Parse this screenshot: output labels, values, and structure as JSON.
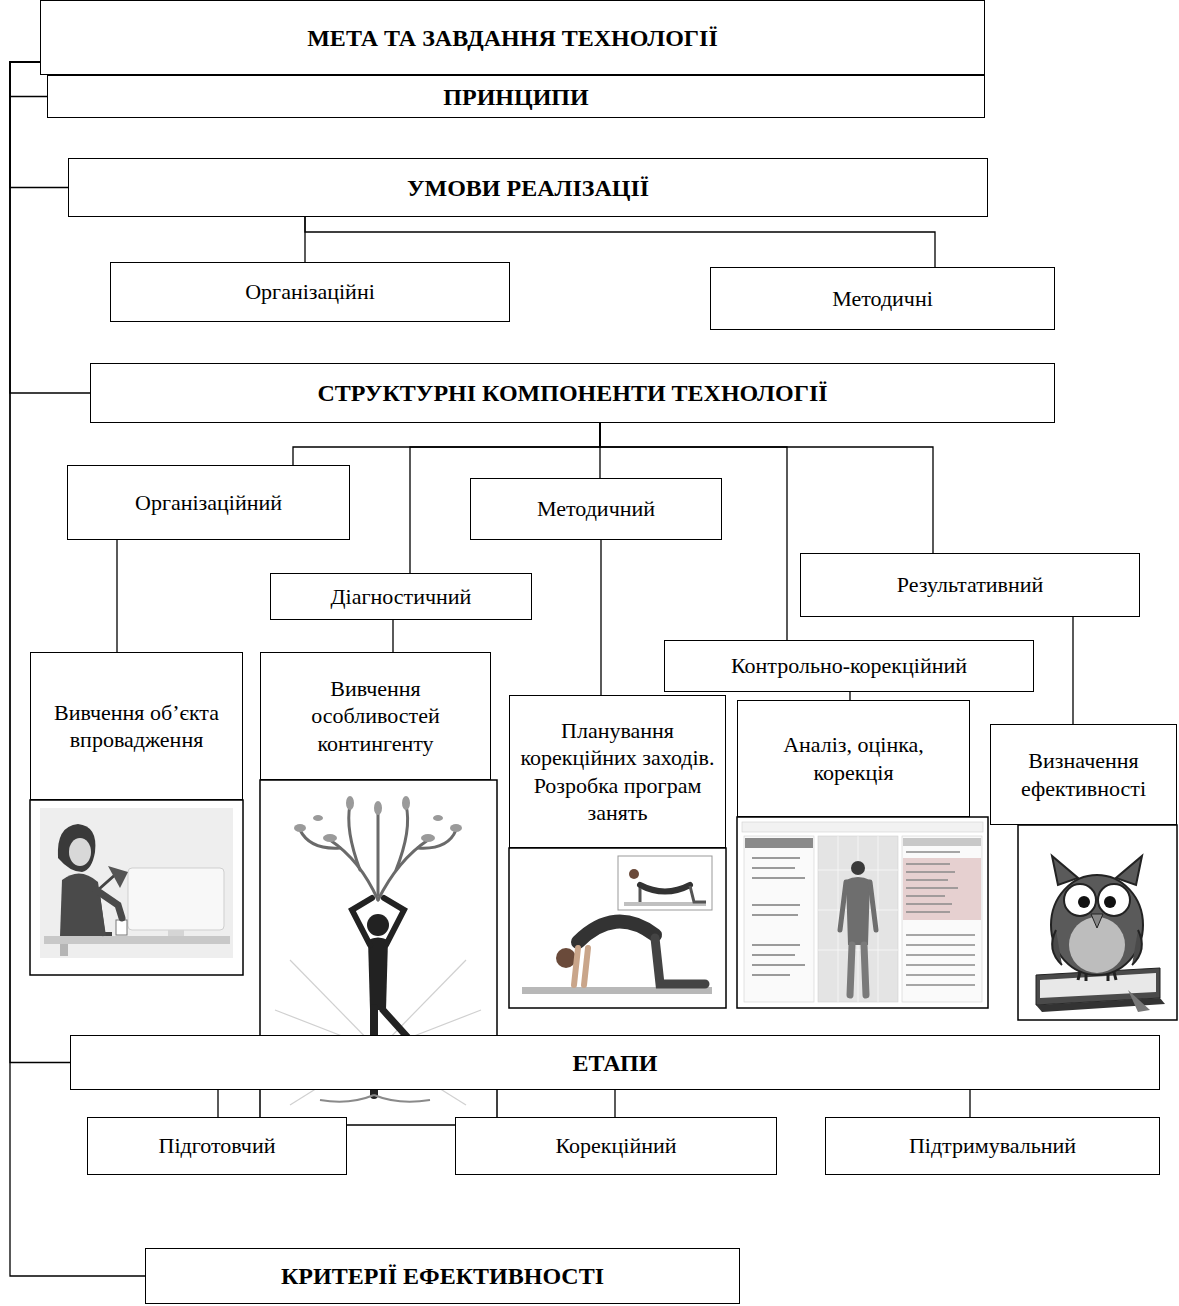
{
  "diagram": {
    "nodes": [
      {
        "text": [
          "МЕТА ТА ЗАВДАННЯ ТЕХНОЛОГІЇ"
        ]
      },
      {
        "text": [
          "ПРИНЦИПИ"
        ]
      },
      {
        "text": [
          "УМОВИ РЕАЛІЗАЦІЇ"
        ]
      },
      {
        "text": [
          "Організаційні"
        ]
      },
      {
        "text": [
          "Методичні"
        ]
      },
      {
        "text": [
          "СТРУКТУРНІ КОМПОНЕНТИ ТЕХНОЛОГІЇ"
        ]
      },
      {
        "text": [
          "Організаційний"
        ]
      },
      {
        "text": [
          "Методичний"
        ]
      },
      {
        "text": [
          "Діагностичний"
        ]
      },
      {
        "text": [
          "Результативний"
        ]
      },
      {
        "text": [
          "Вивчення об’єкта впровадження"
        ]
      },
      {
        "text": [
          "Вивчення особливостей контингенту"
        ]
      },
      {
        "text": [
          "Контрольно-корекційний"
        ]
      },
      {
        "text": [
          "Планування корекційних заходів. Розробка програм занять"
        ]
      },
      {
        "text": [
          "Аналіз, оцінка, корекція"
        ]
      },
      {
        "text": [
          "Визначення ефективності"
        ]
      },
      {
        "text": [
          "ЕТАПИ"
        ]
      },
      {
        "text": [
          "Підготовчий"
        ]
      },
      {
        "text": [
          "Корекційний"
        ]
      },
      {
        "text": [
          "Підтримувальний"
        ]
      },
      {
        "text": [
          "КРИТЕРІЇ ЕФЕКТИВНОСТІ"
        ]
      }
    ],
    "edges": [
      {
        "from": 0,
        "to": 1,
        "arrow": "none"
      },
      {
        "from": 0,
        "to": 2,
        "arrow": "none"
      },
      {
        "from": 0,
        "to": 5,
        "arrow": "none"
      },
      {
        "from": 0,
        "to": 16,
        "arrow": "none"
      },
      {
        "from": 0,
        "to": 20,
        "arrow": "none"
      },
      {
        "from": 2,
        "to": 3,
        "arrow": "none"
      },
      {
        "from": 2,
        "to": 4,
        "arrow": "none"
      },
      {
        "from": 5,
        "to": 6,
        "arrow": "none"
      },
      {
        "from": 5,
        "to": 8,
        "arrow": "none"
      },
      {
        "from": 5,
        "to": 7,
        "arrow": "none"
      },
      {
        "from": 5,
        "to": 12,
        "arrow": "none"
      },
      {
        "from": 5,
        "to": 9,
        "arrow": "none"
      },
      {
        "from": 6,
        "to": 10,
        "arrow": "none"
      },
      {
        "from": 8,
        "to": 11,
        "arrow": "none"
      },
      {
        "from": 7,
        "to": 13,
        "arrow": "none"
      },
      {
        "from": 12,
        "to": 14,
        "arrow": "none"
      },
      {
        "from": 9,
        "to": 15,
        "arrow": "none"
      },
      {
        "from": 16,
        "to": 17,
        "arrow": "none"
      },
      {
        "from": 16,
        "to": 18,
        "arrow": "none"
      },
      {
        "from": 16,
        "to": 19,
        "arrow": "none"
      }
    ]
  }
}
